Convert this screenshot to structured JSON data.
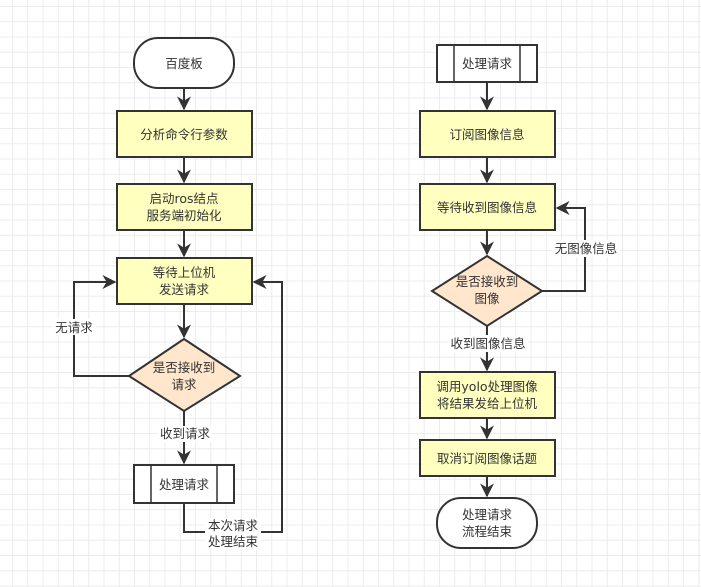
{
  "colors": {
    "process_fill": "#ffffc0",
    "decision_fill": "#ffe6cc",
    "terminal_fill": "#ffffff",
    "subprocess_fill": "#ffffff",
    "stroke": "#333333",
    "text": "#333333"
  },
  "left_flow": {
    "start": {
      "label": "百度板"
    },
    "parse_args": {
      "label": "分析命令行参数"
    },
    "init_node": {
      "lines": [
        "启动ros结点",
        "服务端初始化"
      ]
    },
    "wait_request": {
      "lines": [
        "等待上位机",
        "发送请求"
      ]
    },
    "decision": {
      "lines": [
        "是否接收到",
        "请求"
      ]
    },
    "no_request_label": "无请求",
    "got_request_label": "收到请求",
    "handle_request": {
      "label": "处理请求"
    },
    "done_label": {
      "lines": [
        "本次请求",
        "处理结束"
      ]
    }
  },
  "right_flow": {
    "start": {
      "label": "处理请求"
    },
    "subscribe": {
      "label": "订阅图像信息"
    },
    "wait_image": {
      "label": "等待收到图像信息"
    },
    "decision": {
      "lines": [
        "是否接收到",
        "图像"
      ]
    },
    "no_image_label": "无图像信息",
    "got_image_label": "收到图像信息",
    "yolo": {
      "lines": [
        "调用yolo处理图像",
        "将结果发给上位机"
      ]
    },
    "unsubscribe": {
      "label": "取消订阅图像话题"
    },
    "end": {
      "lines": [
        "处理请求",
        "流程结束"
      ]
    }
  }
}
